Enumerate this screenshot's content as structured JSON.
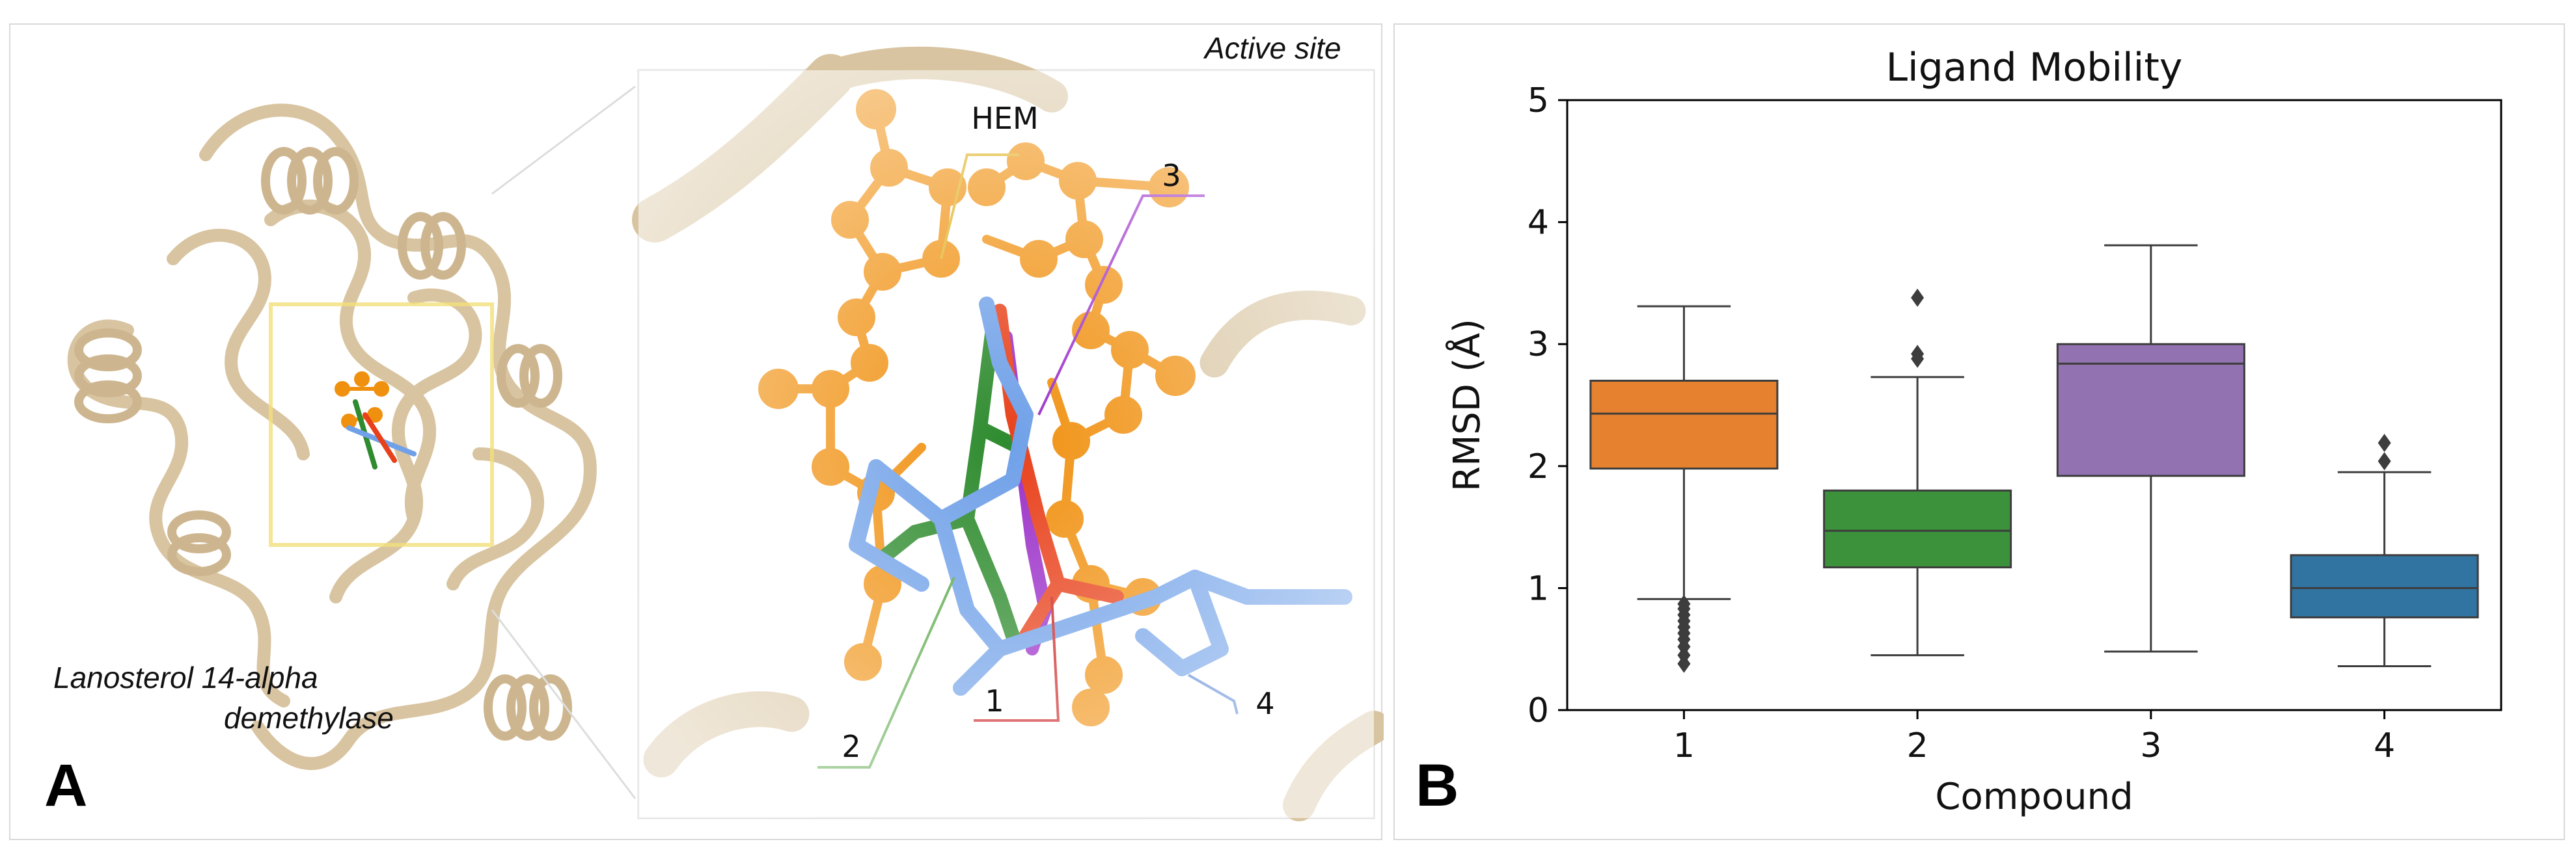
{
  "panel_a": {
    "letter": "A",
    "protein_label_line1": "Lanosterol 14-alpha",
    "protein_label_line2": "demethylase",
    "inset_title": "Active site",
    "labels": {
      "heme": "HEM",
      "ligand1": "1",
      "ligand2": "2",
      "ligand3": "3",
      "ligand4": "4"
    },
    "colors": {
      "protein": "#d8c4a0",
      "heme": "#f0900f",
      "ligand1": "#e8401a",
      "ligand2": "#2e8b2e",
      "ligand3": "#9b30c8",
      "ligand4": "#6fa0e8"
    }
  },
  "panel_b": {
    "letter": "B"
  },
  "chart_data": {
    "type": "box",
    "title": "Ligand Mobility",
    "xlabel": "Compound",
    "ylabel": "RMSD (Å)",
    "ylim": [
      0,
      5
    ],
    "yticks": [
      0,
      1,
      2,
      3,
      4,
      5
    ],
    "categories": [
      "1",
      "2",
      "3",
      "4"
    ],
    "grid": false,
    "boxes": [
      {
        "name": "1",
        "color": "#e6812f",
        "whisker_low": 0.91,
        "q1": 1.98,
        "median": 2.43,
        "q3": 2.7,
        "whisker_high": 3.31,
        "outliers": [
          0.38,
          0.45,
          0.52,
          0.58,
          0.63,
          0.68,
          0.73,
          0.78,
          0.83,
          0.87
        ]
      },
      {
        "name": "2",
        "color": "#3b923b",
        "whisker_low": 0.45,
        "q1": 1.17,
        "median": 1.47,
        "q3": 1.8,
        "whisker_high": 2.73,
        "outliers": [
          2.88,
          2.92,
          3.38
        ]
      },
      {
        "name": "3",
        "color": "#9372b2",
        "whisker_low": 0.48,
        "q1": 1.92,
        "median": 2.84,
        "q3": 3.0,
        "whisker_high": 3.81,
        "outliers": []
      },
      {
        "name": "4",
        "color": "#3274a1",
        "whisker_low": 0.36,
        "q1": 0.76,
        "median": 1.0,
        "q3": 1.27,
        "whisker_high": 1.95,
        "outliers": [
          2.04,
          2.19
        ]
      }
    ]
  }
}
